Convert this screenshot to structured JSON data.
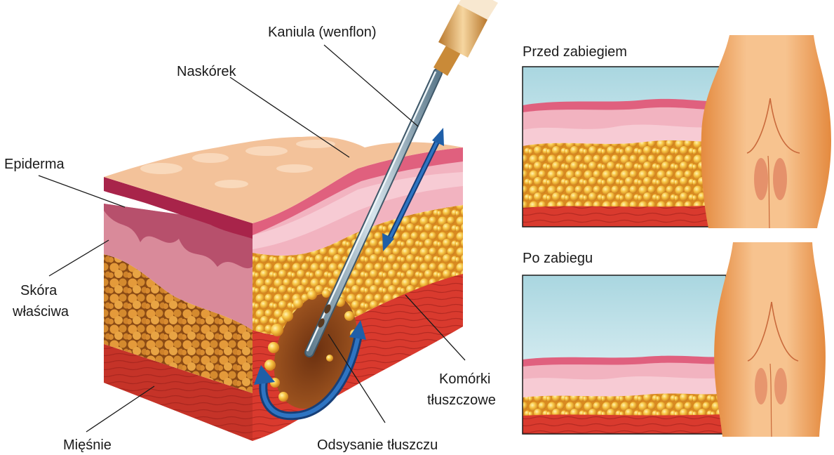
{
  "labels": {
    "cannula": "Kaniula (wenflon)",
    "naskorek": "Naskórek",
    "epiderma": "Epiderma",
    "skora_line1": "Skóra",
    "skora_line2": "właściwa",
    "miesnie": "Mięśnie",
    "odsysanie": "Odsysanie tłuszczu",
    "komorki_line1": "Komórki",
    "komorki_line2": "tłuszczowe"
  },
  "panels": {
    "before_title": "Przed zabiegiem",
    "after_title": "Po zabiegu"
  },
  "colors": {
    "skin_top": "#f3c29a",
    "epidermis": "#c9375e",
    "dermis": "#f0a6b6",
    "fat": "#f2b233",
    "muscle": "#d93a2e",
    "arrow": "#1f5fa8",
    "sky": "#cde8ee"
  }
}
